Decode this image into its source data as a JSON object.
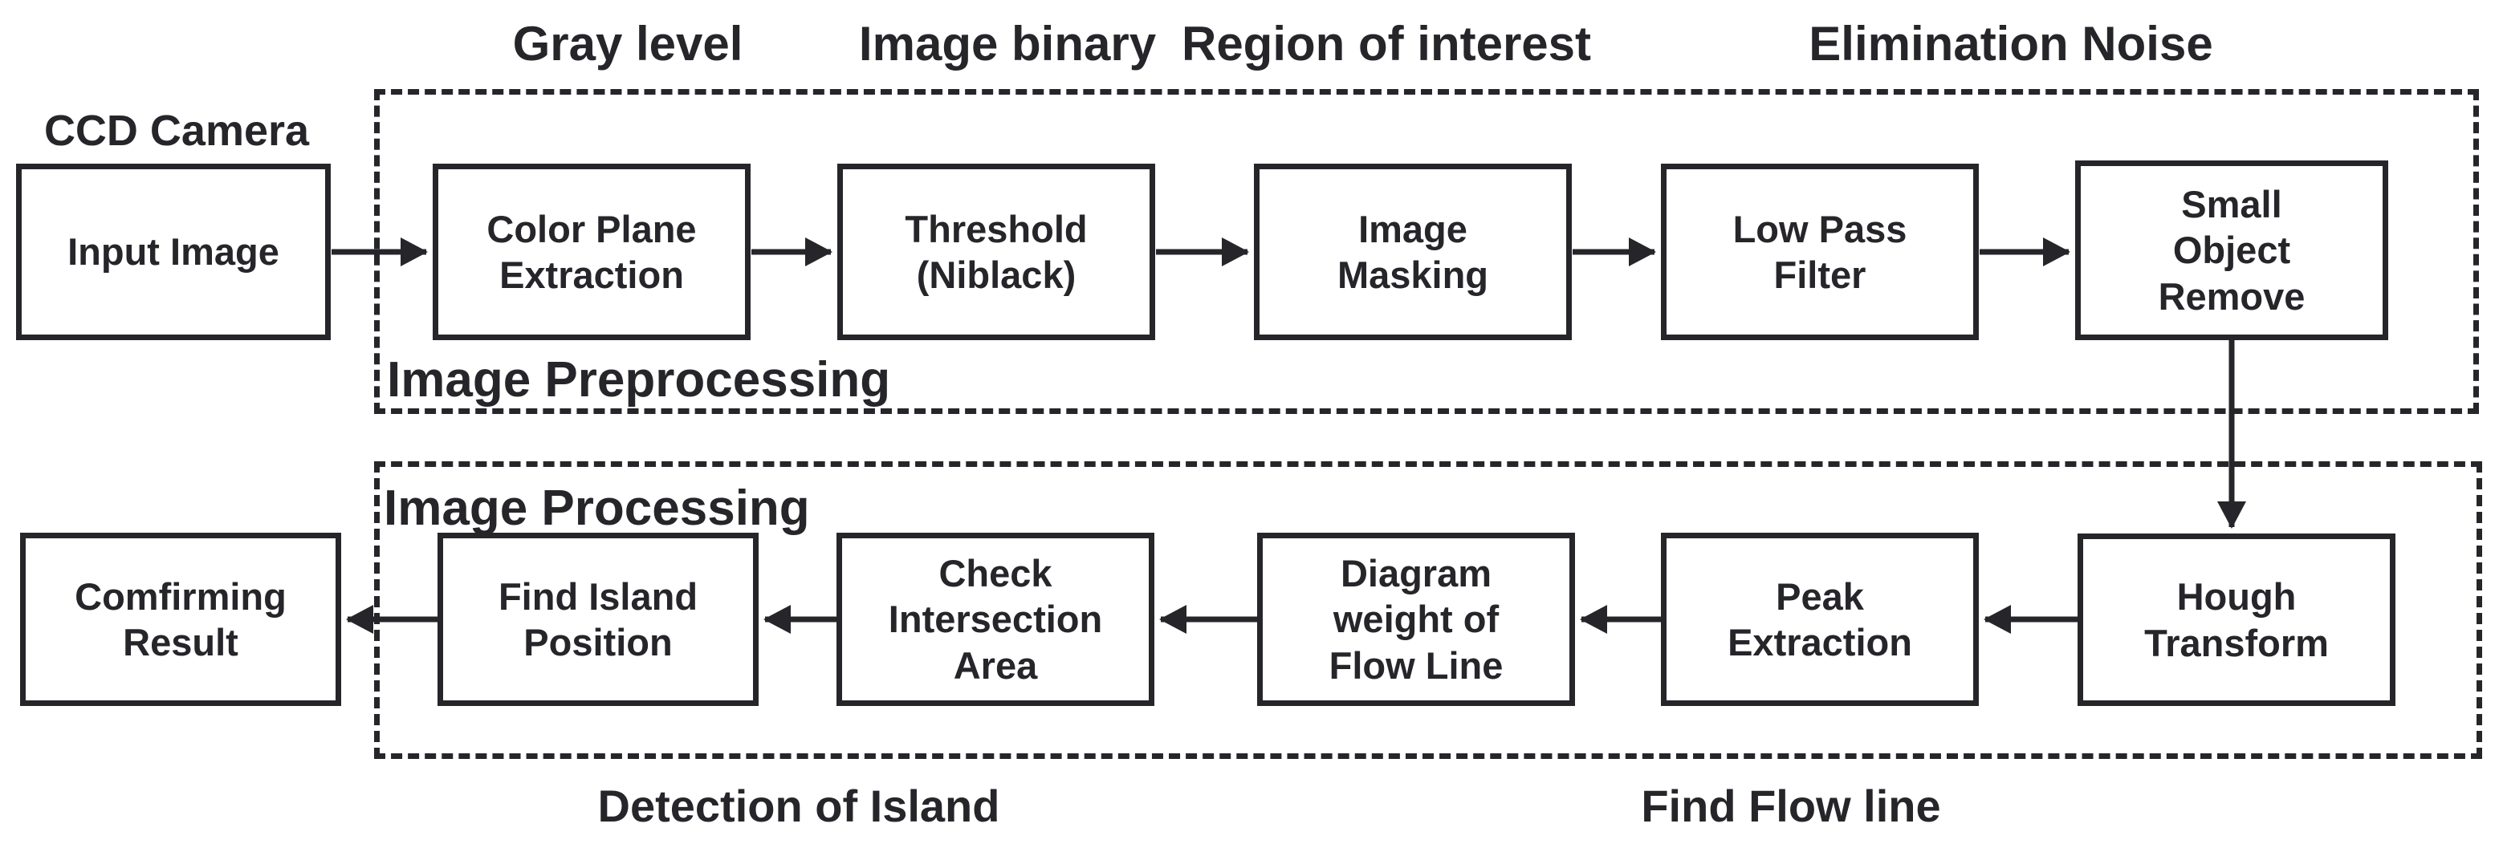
{
  "figure_type": "flowchart",
  "colors": {
    "ink": "#26252a",
    "background": "#ffffff"
  },
  "annotations": {
    "ccd_camera": "CCD Camera",
    "gray_level": "Gray level",
    "image_binary": "Image binary",
    "region_of_interest": "Region of interest",
    "elimination_noise": "Elimination Noise",
    "image_preprocessing": "Image Preprocessing",
    "image_processing": "Image Processing",
    "detection_of_island": "Detection of Island",
    "find_flow_line": "Find Flow line"
  },
  "nodes": {
    "input_image": "Input Image",
    "color_plane_extraction": "Color Plane\nExtraction",
    "threshold_niblack": "Threshold\n(Niblack)",
    "image_masking": "Image\nMasking",
    "low_pass_filter": "Low Pass\nFilter",
    "small_object_remove": "Small\nObject\nRemove",
    "comfirming_result": "Comfirming\nResult",
    "find_island_position": "Find Island\nPosition",
    "check_intersection_area": "Check\nIntersection\nArea",
    "diagram_weight_of_flow_line": "Diagram\nweight of\nFlow Line",
    "peak_extraction": "Peak\nExtraction",
    "hough_transform": "Hough\nTransform"
  },
  "edges": [
    {
      "from": "Input Image",
      "to": "Color Plane Extraction"
    },
    {
      "from": "Color Plane Extraction",
      "to": "Threshold (Niblack)"
    },
    {
      "from": "Threshold (Niblack)",
      "to": "Image Masking"
    },
    {
      "from": "Image Masking",
      "to": "Low Pass Filter"
    },
    {
      "from": "Low Pass Filter",
      "to": "Small Object Remove"
    },
    {
      "from": "Small Object Remove",
      "to": "Hough Transform"
    },
    {
      "from": "Hough Transform",
      "to": "Peak Extraction"
    },
    {
      "from": "Peak Extraction",
      "to": "Diagram weight of Flow Line"
    },
    {
      "from": "Diagram weight of Flow Line",
      "to": "Check Intersection Area"
    },
    {
      "from": "Check Intersection Area",
      "to": "Find Island Position"
    },
    {
      "from": "Find Island Position",
      "to": "Comfirming Result"
    }
  ]
}
